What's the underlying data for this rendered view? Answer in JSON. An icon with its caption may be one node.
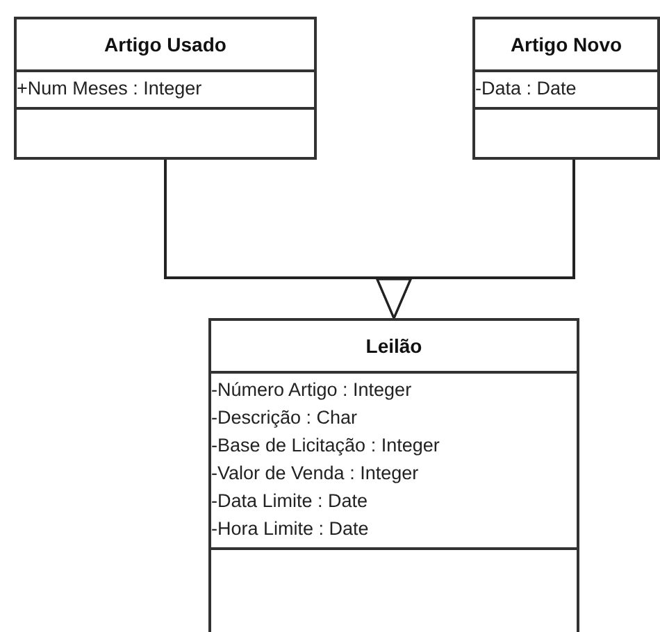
{
  "diagram": {
    "nodes": [
      {
        "text": [
          "Artigo Usado",
          "+Num Meses : Integer"
        ]
      },
      {
        "text": [
          "Artigo Novo",
          "-Data : Date"
        ]
      },
      {
        "text": [
          "Leilão",
          "-Número Artigo : Integer",
          "-Descrição : Char",
          "-Base de Licitação : Integer",
          "-Valor de Venda : Integer",
          "-Data Limite : Date",
          "-Hora Limite : Date"
        ]
      }
    ],
    "edges": [
      {
        "from": 0,
        "to": 2,
        "arrow": "to"
      },
      {
        "from": 1,
        "to": 2,
        "arrow": "to"
      }
    ]
  }
}
